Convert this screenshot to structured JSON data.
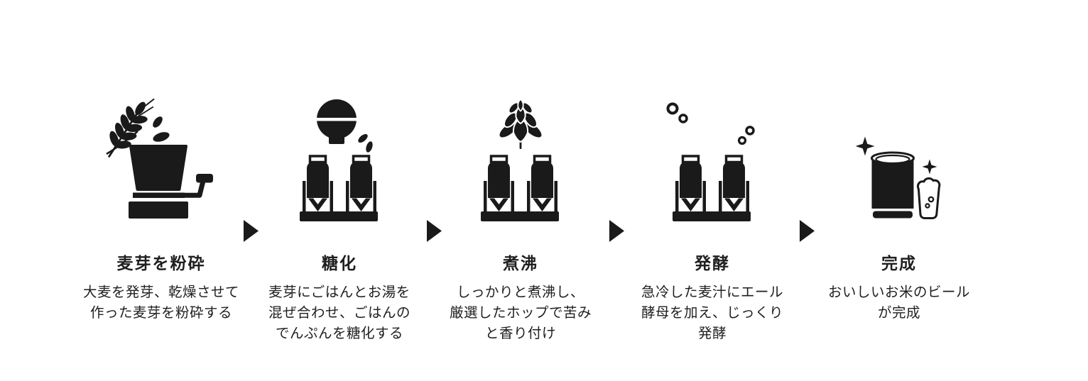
{
  "page": {
    "background_color": "#ffffff",
    "text_color": "#1f1f1f",
    "icon_color": "#1a1a1a"
  },
  "process": {
    "separator_icon": "arrow-right-icon",
    "steps": [
      {
        "icon": "malt-mill-icon",
        "title": "麦芽を粉砕",
        "description": [
          "大麦を発芽、乾燥させて",
          "作った麦芽を粉砕する"
        ]
      },
      {
        "icon": "rice-mash-tanks-icon",
        "title": "糖化",
        "description": [
          "麦芽にごはんとお湯を",
          "混ぜ合わせ、ごはんの",
          "でんぷんを糖化する"
        ]
      },
      {
        "icon": "hop-boil-tanks-icon",
        "title": "煮沸",
        "description": [
          "しっかりと煮沸し、",
          "厳選したホップで苦み",
          "と香り付け"
        ]
      },
      {
        "icon": "fermentation-tanks-icon",
        "title": "発酵",
        "description": [
          "急冷した麦汁にエール",
          "酵母を加え、じっくり",
          "発酵"
        ]
      },
      {
        "icon": "beer-can-glass-icon",
        "title": "完成",
        "description": [
          "おいしいお米のビール",
          "が完成"
        ]
      }
    ]
  }
}
